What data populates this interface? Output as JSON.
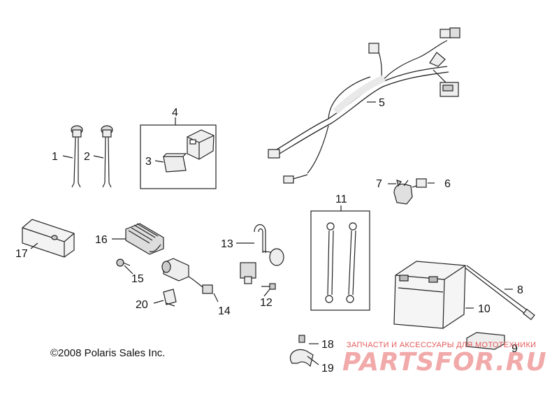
{
  "copyright": "©2008 Polaris Sales Inc.",
  "watermark": {
    "tagline": "ЗАПЧАСТИ И АКСЕССУАРЫ ДЛЯ МОТОТЕХНИКИ",
    "brand": "PARTSFOR.RU"
  },
  "callouts": [
    "1",
    "2",
    "3",
    "4",
    "5",
    "6",
    "7",
    "8",
    "9",
    "10",
    "11",
    "12",
    "13",
    "14",
    "15",
    "16",
    "17",
    "18",
    "19",
    "20"
  ],
  "colors": {
    "line": "#222222",
    "fill_light": "#f2f2f2",
    "fill_mid": "#cfcfcf",
    "watermark": "#e35a5a"
  }
}
